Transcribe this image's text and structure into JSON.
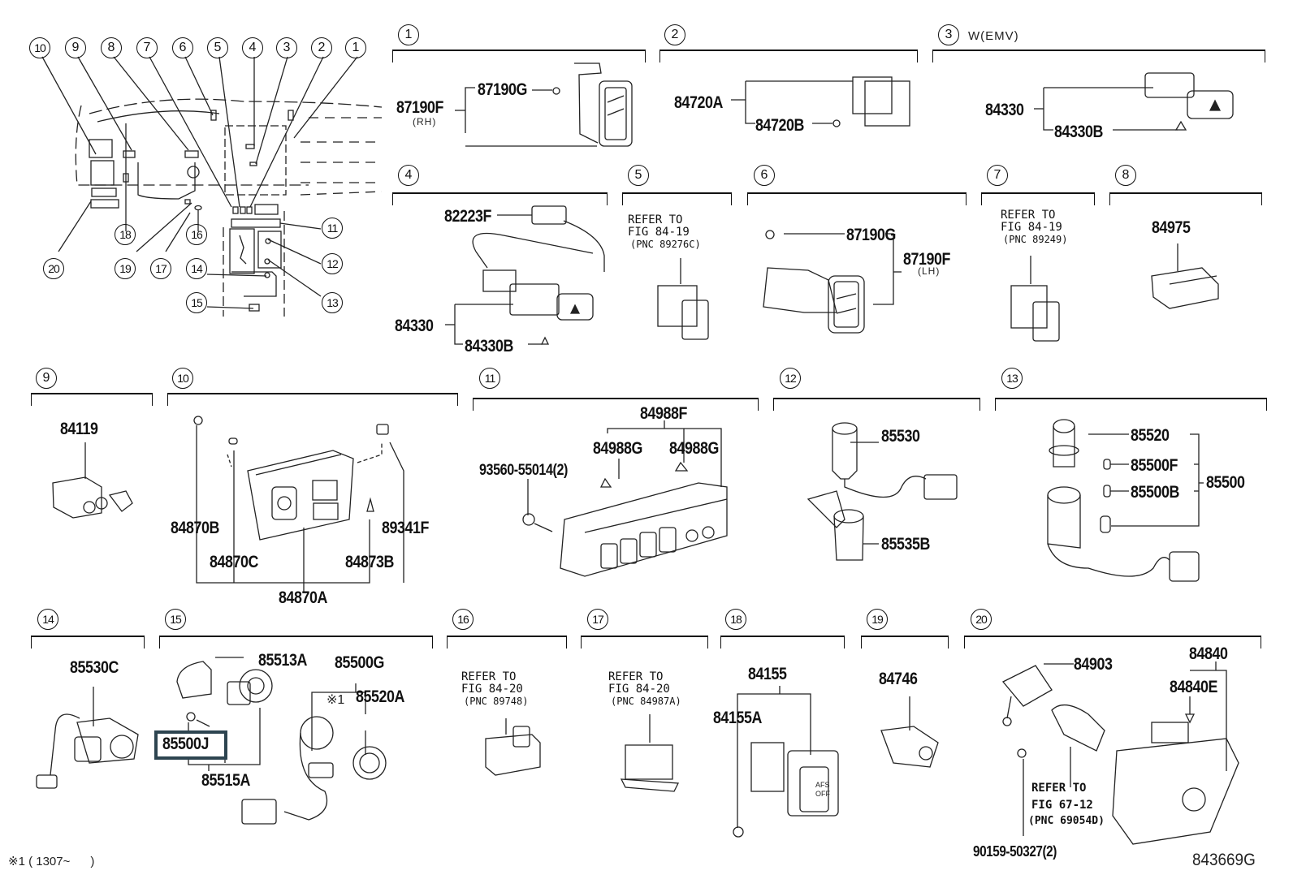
{
  "diagram": {
    "figure_number": "843669G",
    "footnote": "※1 ( 1307~      )",
    "overview": {
      "callouts": [
        "10",
        "9",
        "8",
        "7",
        "6",
        "5",
        "4",
        "3",
        "2",
        "1",
        "11",
        "12",
        "13",
        "14",
        "15",
        "16",
        "17",
        "18",
        "19",
        "20"
      ]
    },
    "sections": [
      {
        "id": "1",
        "parts": [
          {
            "pn": "87190F",
            "note": "(RH)"
          },
          {
            "pn": "87190G"
          }
        ]
      },
      {
        "id": "2",
        "parts": [
          {
            "pn": "84720A"
          },
          {
            "pn": "84720B"
          }
        ]
      },
      {
        "id": "3",
        "title": "W(EMV)",
        "parts": [
          {
            "pn": "84330"
          },
          {
            "pn": "84330B"
          }
        ]
      },
      {
        "id": "4",
        "parts": [
          {
            "pn": "82223F"
          },
          {
            "pn": "84330"
          },
          {
            "pn": "84330B"
          }
        ]
      },
      {
        "id": "5",
        "reference": [
          "REFER TO",
          "FIG 84-19",
          "(PNC 89276C)"
        ]
      },
      {
        "id": "6",
        "parts": [
          {
            "pn": "87190G"
          },
          {
            "pn": "87190F",
            "note": "(LH)"
          }
        ]
      },
      {
        "id": "7",
        "reference": [
          "REFER TO",
          "FIG 84-19",
          "(PNC 89249)"
        ]
      },
      {
        "id": "8",
        "parts": [
          {
            "pn": "84975"
          }
        ]
      },
      {
        "id": "9",
        "parts": [
          {
            "pn": "84119"
          }
        ]
      },
      {
        "id": "10",
        "parts": [
          {
            "pn": "84870B"
          },
          {
            "pn": "84870C"
          },
          {
            "pn": "84870A"
          },
          {
            "pn": "84873B"
          },
          {
            "pn": "89341F"
          }
        ]
      },
      {
        "id": "11",
        "parts": [
          {
            "pn": "84988F"
          },
          {
            "pn": "84988G"
          },
          {
            "pn": "84988G"
          },
          {
            "pn": "93560-55014(2)"
          }
        ]
      },
      {
        "id": "12",
        "parts": [
          {
            "pn": "85530"
          },
          {
            "pn": "85535B"
          }
        ]
      },
      {
        "id": "13",
        "parts": [
          {
            "pn": "85520"
          },
          {
            "pn": "85500F"
          },
          {
            "pn": "85500B"
          },
          {
            "pn": "85500"
          }
        ]
      },
      {
        "id": "14",
        "parts": [
          {
            "pn": "85530C"
          }
        ]
      },
      {
        "id": "15",
        "parts": [
          {
            "pn": "85513A"
          },
          {
            "pn": "85500J",
            "highlighted": true
          },
          {
            "pn": "85515A"
          },
          {
            "pn": "85500G"
          },
          {
            "pn": "85520A",
            "mark": "※1"
          }
        ]
      },
      {
        "id": "16",
        "reference": [
          "REFER TO",
          "FIG 84-20",
          "(PNC 89748)"
        ]
      },
      {
        "id": "17",
        "reference": [
          "REFER TO",
          "FIG 84-20",
          "(PNC 84987A)"
        ]
      },
      {
        "id": "18",
        "parts": [
          {
            "pn": "84155"
          },
          {
            "pn": "84155A"
          }
        ],
        "switch_label": [
          "AFS",
          "OFF"
        ]
      },
      {
        "id": "19",
        "parts": [
          {
            "pn": "84746"
          }
        ]
      },
      {
        "id": "20",
        "parts": [
          {
            "pn": "84903"
          },
          {
            "pn": "84840"
          },
          {
            "pn": "84840E"
          },
          {
            "pn": "90159-50327(2)"
          }
        ],
        "reference": [
          "REFER TO",
          "FIG 67-12",
          "(PNC 69054D)"
        ]
      }
    ]
  }
}
